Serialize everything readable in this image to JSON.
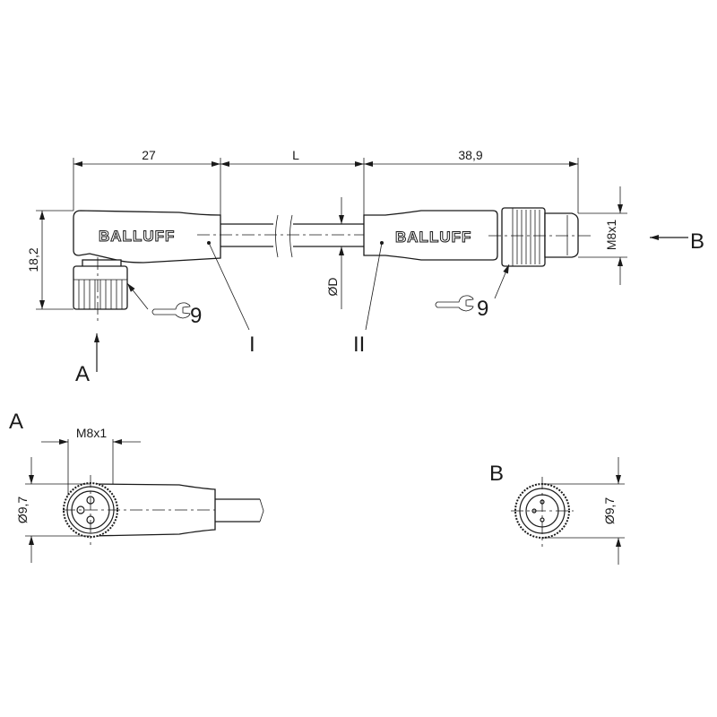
{
  "dimensions": {
    "left_length": "27",
    "cable_length": "L",
    "right_length": "38,9",
    "left_height": "18,2",
    "cable_diameter": "ØD",
    "right_thread": "M8x1",
    "view_a_thread": "M8x1",
    "view_a_diameter": "Ø9,7",
    "view_b_diameter": "Ø9,7"
  },
  "brand": "BALLUFF",
  "labels": {
    "connector_1": "I",
    "connector_2": "II",
    "wrench_left": "9",
    "wrench_right": "9",
    "view_a_arrow": "A",
    "view_b_arrow": "B",
    "view_a_title": "A",
    "view_b_title": "B"
  },
  "icons": [
    "wrench-icon",
    "view-arrow-icon"
  ]
}
